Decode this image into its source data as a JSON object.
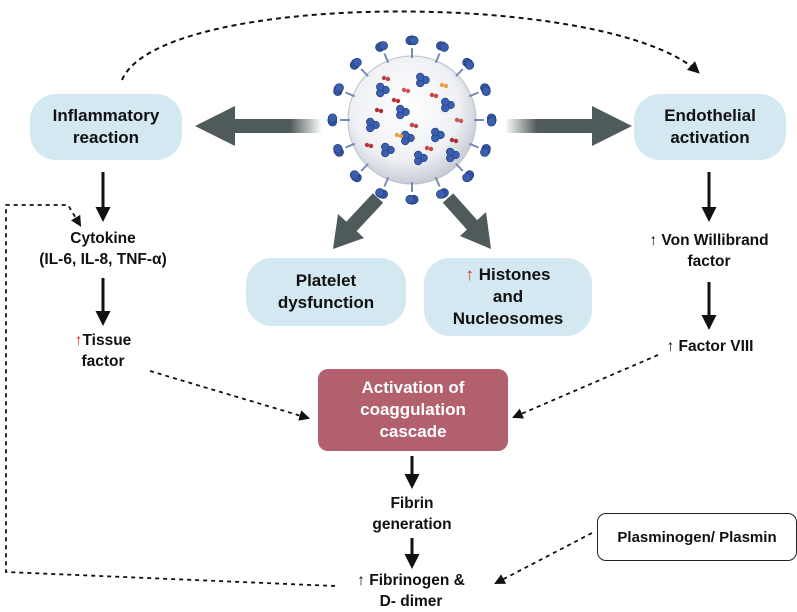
{
  "nodes": {
    "inflammatory": {
      "line1": "Inflammatory",
      "line2": "reaction"
    },
    "endothelial": {
      "line1": "Endothelial",
      "line2": "activation"
    },
    "platelet": {
      "line1": "Platelet",
      "line2": "dysfunction"
    },
    "histones": {
      "arrow": "↑",
      "line1": "Histones",
      "line2": "and",
      "line3": "Nucleosomes"
    },
    "cytokine": {
      "line1": "Cytokine",
      "line2": "(IL-6, IL-8, TNF-α)"
    },
    "tissue_factor": {
      "arrow": "↑",
      "line1": "Tissue",
      "line2": "factor"
    },
    "von_willibrand": {
      "line1": "↑ Von Willibrand",
      "line2": "factor"
    },
    "factor_viii": {
      "text": "↑ Factor VIII"
    },
    "cascade": {
      "line1": "Activation of",
      "line2": "coaggulation",
      "line3": "cascade"
    },
    "fibrin": {
      "line1": "Fibrin",
      "line2": "generation"
    },
    "fibrinogen": {
      "line1": "↑ Fibrinogen &",
      "line2": "D- dimer"
    },
    "plasminogen": {
      "text": "Plasminogen/ Plasmin"
    }
  },
  "colors": {
    "pill_fill": "#d3e8f1",
    "cascade_fill": "#b3606e",
    "thick_arrow": "#4f5a5a",
    "up_arrow_red": "#e0231c",
    "virus_blue": "#3b5fb0"
  },
  "icons": {
    "center_image": "sars-cov-2-virus-icon"
  }
}
